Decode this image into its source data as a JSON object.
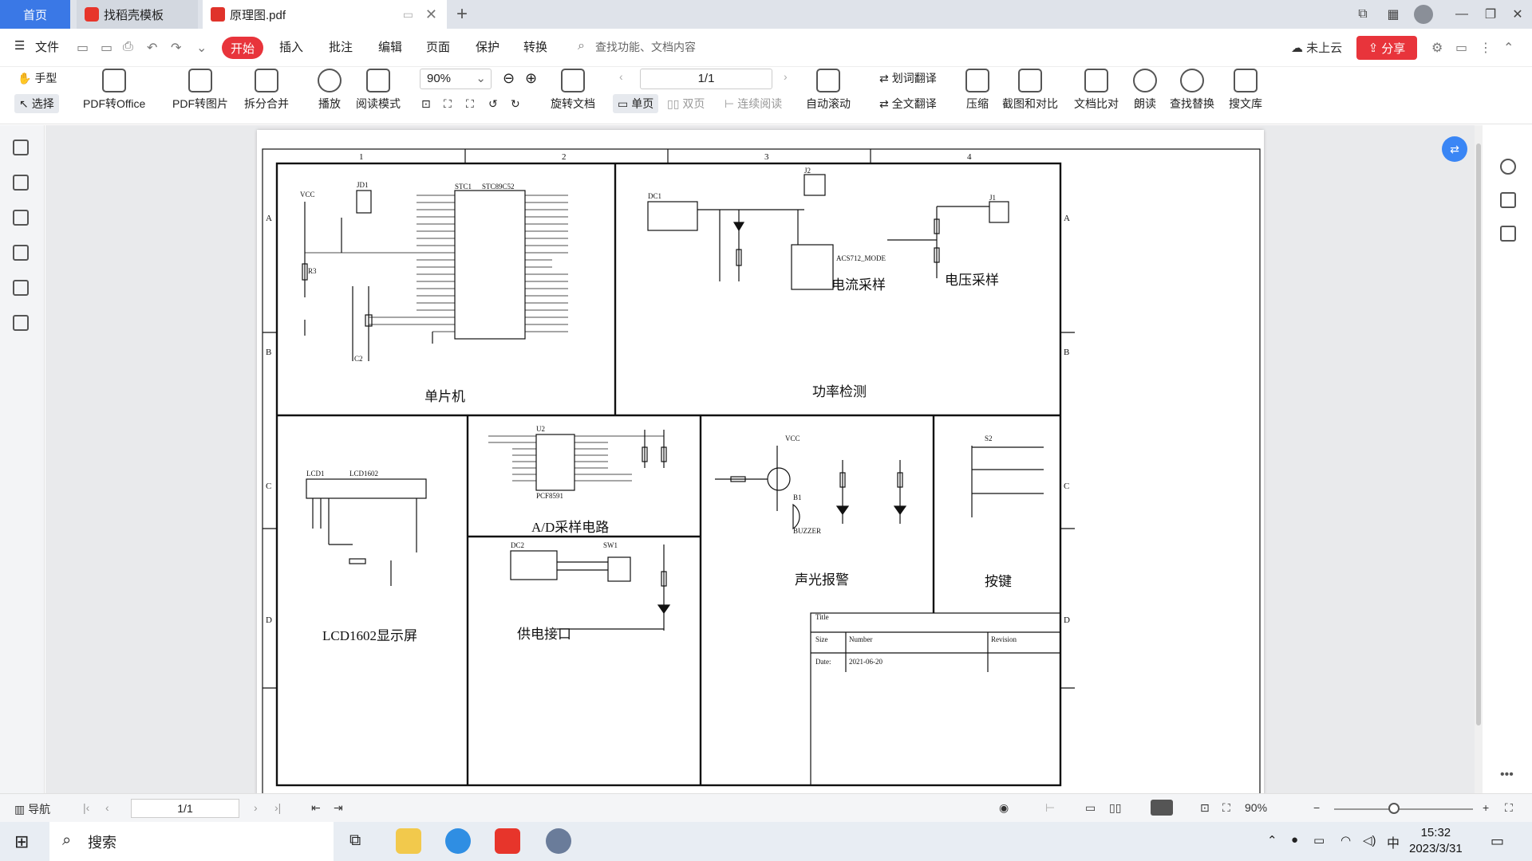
{
  "tabs": {
    "home": "首页",
    "daoke": "找稻壳模板",
    "doc": "原理图.pdf"
  },
  "menu": {
    "file": "文件",
    "start": "开始",
    "insert": "插入",
    "annotate": "批注",
    "edit": "编辑",
    "page": "页面",
    "protect": "保护",
    "convert": "转换",
    "search_hint": "查找功能、文档内容",
    "cloud": "未上云",
    "share": "分享"
  },
  "ribbon": {
    "hand": "手型",
    "select": "选择",
    "pdf_office": "PDF转Office",
    "pdf_image": "PDF转图片",
    "split_merge": "拆分合并",
    "play": "播放",
    "read_mode": "阅读模式",
    "zoom": "90%",
    "rotate": "旋转文档",
    "page_input": "1/1",
    "single": "单页",
    "double": "双页",
    "continuous": "连续阅读",
    "auto_scroll": "自动滚动",
    "word_translate": "划词翻译",
    "full_translate": "全文翻译",
    "compress": "压缩",
    "screenshot_compare": "截图和对比",
    "doc_compare": "文档比对",
    "read_aloud": "朗读",
    "find_replace": "查找替换",
    "search_lib": "搜文库"
  },
  "status": {
    "nav": "导航",
    "page": "1/1",
    "zoom": "90%"
  },
  "taskbar": {
    "search": "搜索",
    "ime": "中",
    "time": "15:32",
    "date": "2023/3/31"
  }
}
